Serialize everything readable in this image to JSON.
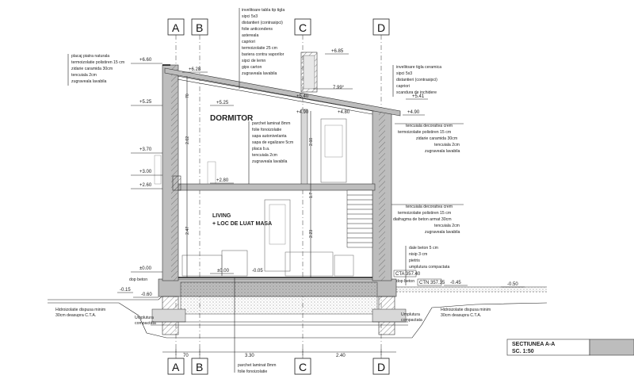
{
  "axes": [
    "A",
    "B",
    "C",
    "D"
  ],
  "rooms": {
    "bedroom": "DORMITOR",
    "living_1": "LIVING",
    "living_2": "+ LOC DE LUAT MASA"
  },
  "section": {
    "title": "SECTIUNEA  A-A",
    "scale": "SC. 1:50"
  },
  "roof_slope": "7.99°",
  "levels": {
    "left": [
      "+6.60",
      "+5.25",
      "+3.70",
      "+3.00",
      "+2.60",
      "±0.00",
      "-0.15",
      "-0.60"
    ],
    "inner": [
      "+6.28",
      "+5.25",
      "+2.80",
      "±0.00",
      "-0.05"
    ],
    "center": [
      "+6.85",
      "+5.40",
      "+4.90",
      "+4.80",
      "+5.41",
      "+4.90"
    ],
    "right": [
      "CTA  357.40",
      "CTN  357.35",
      "-0.45",
      "-0.50"
    ]
  },
  "dims": {
    "bottom": [
      "70",
      "3.30",
      "2.40"
    ],
    "vertical_left": [
      "2.02",
      "2.47",
      "70"
    ],
    "vertical_mid": [
      "2.60",
      "2.23",
      "1.7"
    ]
  },
  "notes": {
    "roof": [
      "invelitoare tabla tip tigla",
      "sipci 5x3",
      "distantieri (contrasipci)",
      "folie anticondens",
      "astereala",
      "capriori",
      "termoizolatie 25 cm",
      "bariera contra vaporilor",
      "sipci de lemn",
      "gips carton",
      "zugraveala lavabila"
    ],
    "roof_right": [
      "invelitoare tigla ceramica",
      "sipci 5x3",
      "distantieri (contrasipci)",
      "capriori",
      "scandura de inchidere"
    ],
    "wall_left": [
      "placaj piatra naturala",
      "termoizolatie polistiren 15 cm",
      "zidarie caramida 30cm",
      "tencuiala 2cm",
      "zugraveala lavabila"
    ],
    "floor_upper": [
      "parchet laminat 8mm",
      "folie fonoizolatie",
      "sapa autonivelanta",
      "sapa de egalizare 5cm",
      "placa b.a.",
      "tencuiala 2cm",
      "zugraveala lavabila"
    ],
    "wall_right_1": [
      "tencuiala decorativa crem",
      "termoizolatie polistiren 15 cm",
      "zidarie caramida 30cm",
      "tencuiala 2cm",
      "zugraveala lavabila"
    ],
    "wall_right_2": [
      "tencuiala decorativa crem",
      "termoizolatie polistiren 15 cm",
      "diafragma de beton armat 30cm",
      "tencuiala 2cm",
      "zugraveala lavabila"
    ],
    "terrace": [
      "dale beton 5 cm",
      "nisip 3 cm",
      "pietris",
      "umplutura compactata"
    ],
    "floor_ground": [
      "parchet laminat 8mm",
      "folie fonoizolatie"
    ],
    "foundation_left": [
      "Hidroizolatie dispusa minim",
      "30cm deasupra C.T.A."
    ],
    "foundation_right": [
      "Hidroizolatie dispusa minim",
      "30cm deasupra C.T.A."
    ],
    "fill": [
      "Umplutura",
      "compactata"
    ],
    "small_labels": [
      "dop beton",
      "dop beton"
    ]
  }
}
